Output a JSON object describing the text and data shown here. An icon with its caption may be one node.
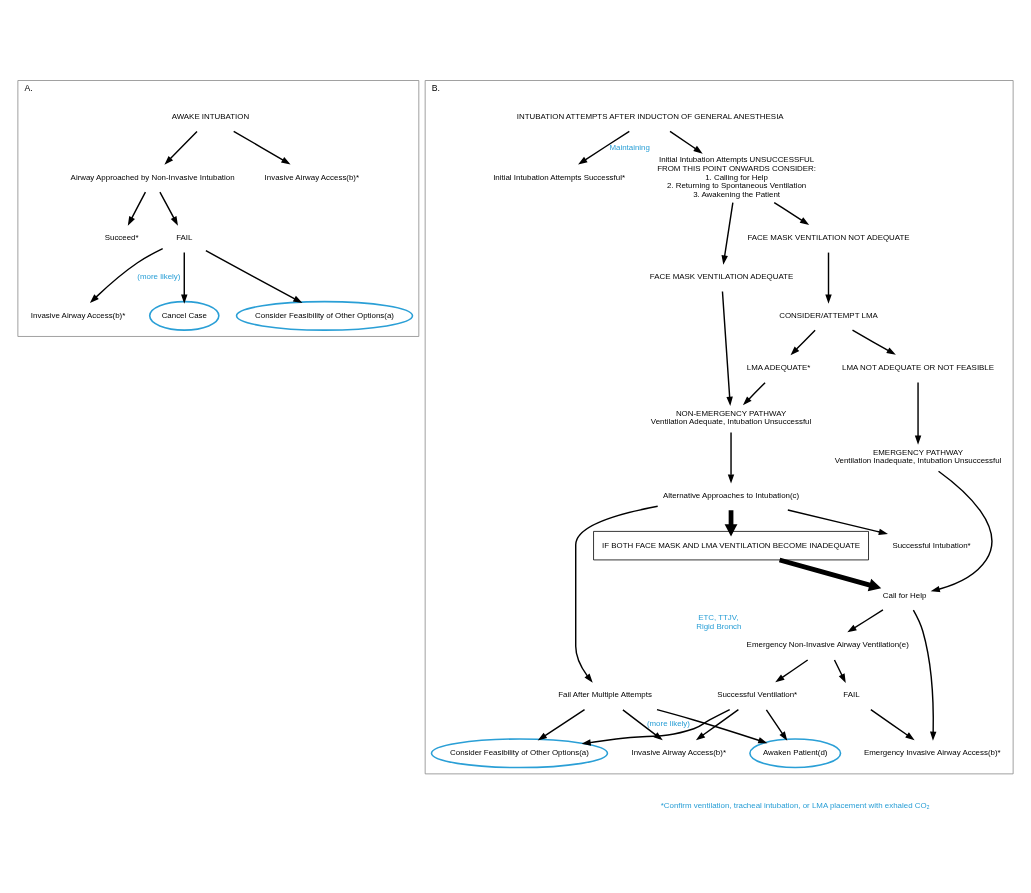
{
  "diagram": {
    "nodes": [
      {
        "text": [
          "A."
        ]
      },
      {
        "text": [
          "AWAKE INTUBATION"
        ],
        "in": 0
      },
      {
        "text": [
          "Airway Approached by Non-Invasive Intubation"
        ],
        "in": 0
      },
      {
        "text": [
          "Invasive Airway Access(b)*"
        ],
        "in": 0
      },
      {
        "text": [
          "Succeed*"
        ],
        "in": 0
      },
      {
        "text": [
          "FAIL"
        ],
        "in": 0
      },
      {
        "text": [
          "Cancel Case"
        ],
        "in": 0
      },
      {
        "text": [
          "Consider Feasibility of Other Options(a)"
        ],
        "in": 0
      },
      {
        "text": [
          "Invasive Airway Access(b)*"
        ],
        "in": 0
      },
      {
        "text": [
          "B."
        ]
      },
      {
        "text": [
          "INTUBATION ATTEMPTS AFTER INDUCTON OF GENERAL ANESTHESIA"
        ],
        "in": 9
      },
      {
        "text": [
          "Initial Intubation Attempts Successful*"
        ],
        "in": 9
      },
      {
        "text": [
          "Initial Intubation Attempts UNSUCCESSFUL",
          "FROM THIS POINT ONWARDS CONSIDER:",
          "1. Calling for Help",
          "2. Returning to Spontaneous Ventilation",
          "3. Awakening the Patient"
        ],
        "beside": [
          "Maintaining"
        ],
        "in": 9
      },
      {
        "text": [
          "FACE MASK VENTILATION ADEQUATE"
        ],
        "in": 9
      },
      {
        "text": [
          "FACE MASK VENTILATION NOT ADEQUATE"
        ],
        "in": 9
      },
      {
        "text": [
          "CONSIDER/ATTEMPT LMA"
        ],
        "in": 9
      },
      {
        "text": [
          "LMA ADEQUATE*"
        ],
        "in": 9
      },
      {
        "text": [
          "LMA NOT ADEQUATE OR NOT FEASIBLE"
        ],
        "in": 9
      },
      {
        "text": [
          "NON-EMERGENCY PATHWAY",
          "Ventilation Adequate, Intubation Unsuccessful"
        ],
        "in": 9
      },
      {
        "text": [
          "EMERGENCY PATHWAY",
          "Ventilation Inadequate, Intubation Unsuccessful"
        ],
        "in": 9
      },
      {
        "text": [
          "Alternative Approaches to Intubation(c)"
        ],
        "in": 9
      },
      {
        "text": [
          "IF BOTH FACE MASK AND LMA VENTILATION BECOME INADEQUATE"
        ],
        "in": 9
      },
      {
        "text": [
          "Call for Help"
        ],
        "in": 9
      },
      {
        "text": [
          "Emergency Non-Invasive Airway Ventilation(e)"
        ],
        "beside": [
          "ETC, TTJV,",
          "Rigid Bronch"
        ],
        "in": 9
      },
      {
        "text": [
          "Successful Intubation*"
        ],
        "in": 9
      },
      {
        "text": [
          "Fail After Multiple Attempts"
        ],
        "in": 9
      },
      {
        "text": [
          "Successful Ventilation*"
        ],
        "in": 9
      },
      {
        "text": [
          "FAIL"
        ],
        "in": 9
      },
      {
        "text": [
          "Invasive Airway Access(b)*"
        ],
        "in": 9
      },
      {
        "text": [
          "Consider Feasibility of Other Options(a)"
        ],
        "in": 9
      },
      {
        "text": [
          "Awaken Patient(d)"
        ],
        "in": 9
      },
      {
        "text": [
          "Emergency Invasive Airway Access(b)*"
        ],
        "in": 9
      }
    ],
    "edges": [
      {
        "from": 1,
        "to": 2,
        "arrow": "to"
      },
      {
        "from": 1,
        "to": 3,
        "arrow": "to"
      },
      {
        "from": 2,
        "to": 4,
        "arrow": "to"
      },
      {
        "from": 2,
        "to": 5,
        "arrow": "to"
      },
      {
        "from": 5,
        "to": 6,
        "arrow": "to"
      },
      {
        "from": 5,
        "to": 7,
        "arrow": "to"
      },
      {
        "from": 5,
        "to": 8,
        "arrow": "to",
        "label": "(more likely)"
      },
      {
        "from": 10,
        "to": 11,
        "arrow": "to"
      },
      {
        "from": 10,
        "to": 12,
        "arrow": "to"
      },
      {
        "from": 12,
        "to": 13,
        "arrow": "to"
      },
      {
        "from": 12,
        "to": 14,
        "arrow": "to"
      },
      {
        "from": 14,
        "to": 15,
        "arrow": "to"
      },
      {
        "from": 15,
        "to": 16,
        "arrow": "to"
      },
      {
        "from": 15,
        "to": 17,
        "arrow": "to"
      },
      {
        "from": 13,
        "to": 18,
        "arrow": "to"
      },
      {
        "from": 16,
        "to": 18,
        "arrow": "to"
      },
      {
        "from": 17,
        "to": 19,
        "arrow": "to"
      },
      {
        "from": 18,
        "to": 20,
        "arrow": "to"
      },
      {
        "from": 19,
        "to": 22,
        "arrow": "to"
      },
      {
        "from": 20,
        "to": 21,
        "arrow": "to",
        "style": "thick"
      },
      {
        "from": 21,
        "to": 22,
        "arrow": "to",
        "style": "thick"
      },
      {
        "from": 22,
        "to": 23,
        "arrow": "to"
      },
      {
        "from": 22,
        "to": 31,
        "arrow": "to"
      },
      {
        "from": 20,
        "to": 24,
        "arrow": "to"
      },
      {
        "from": 20,
        "to": 25,
        "arrow": "to"
      },
      {
        "from": 23,
        "to": 26,
        "arrow": "to"
      },
      {
        "from": 23,
        "to": 27,
        "arrow": "to"
      },
      {
        "from": 27,
        "to": 31,
        "arrow": "to"
      },
      {
        "from": 25,
        "to": 28,
        "arrow": "to",
        "label": "(more likely)"
      },
      {
        "from": 25,
        "to": 29,
        "arrow": "to"
      },
      {
        "from": 25,
        "to": 30,
        "arrow": "to"
      },
      {
        "from": 26,
        "to": 28,
        "arrow": "to"
      },
      {
        "from": 26,
        "to": 29,
        "arrow": "to"
      },
      {
        "from": 26,
        "to": 30,
        "arrow": "to"
      }
    ],
    "labels": [
      "*Confirm ventilation, tracheal intubation, or LMA placement with exhaled CO₂"
    ]
  }
}
